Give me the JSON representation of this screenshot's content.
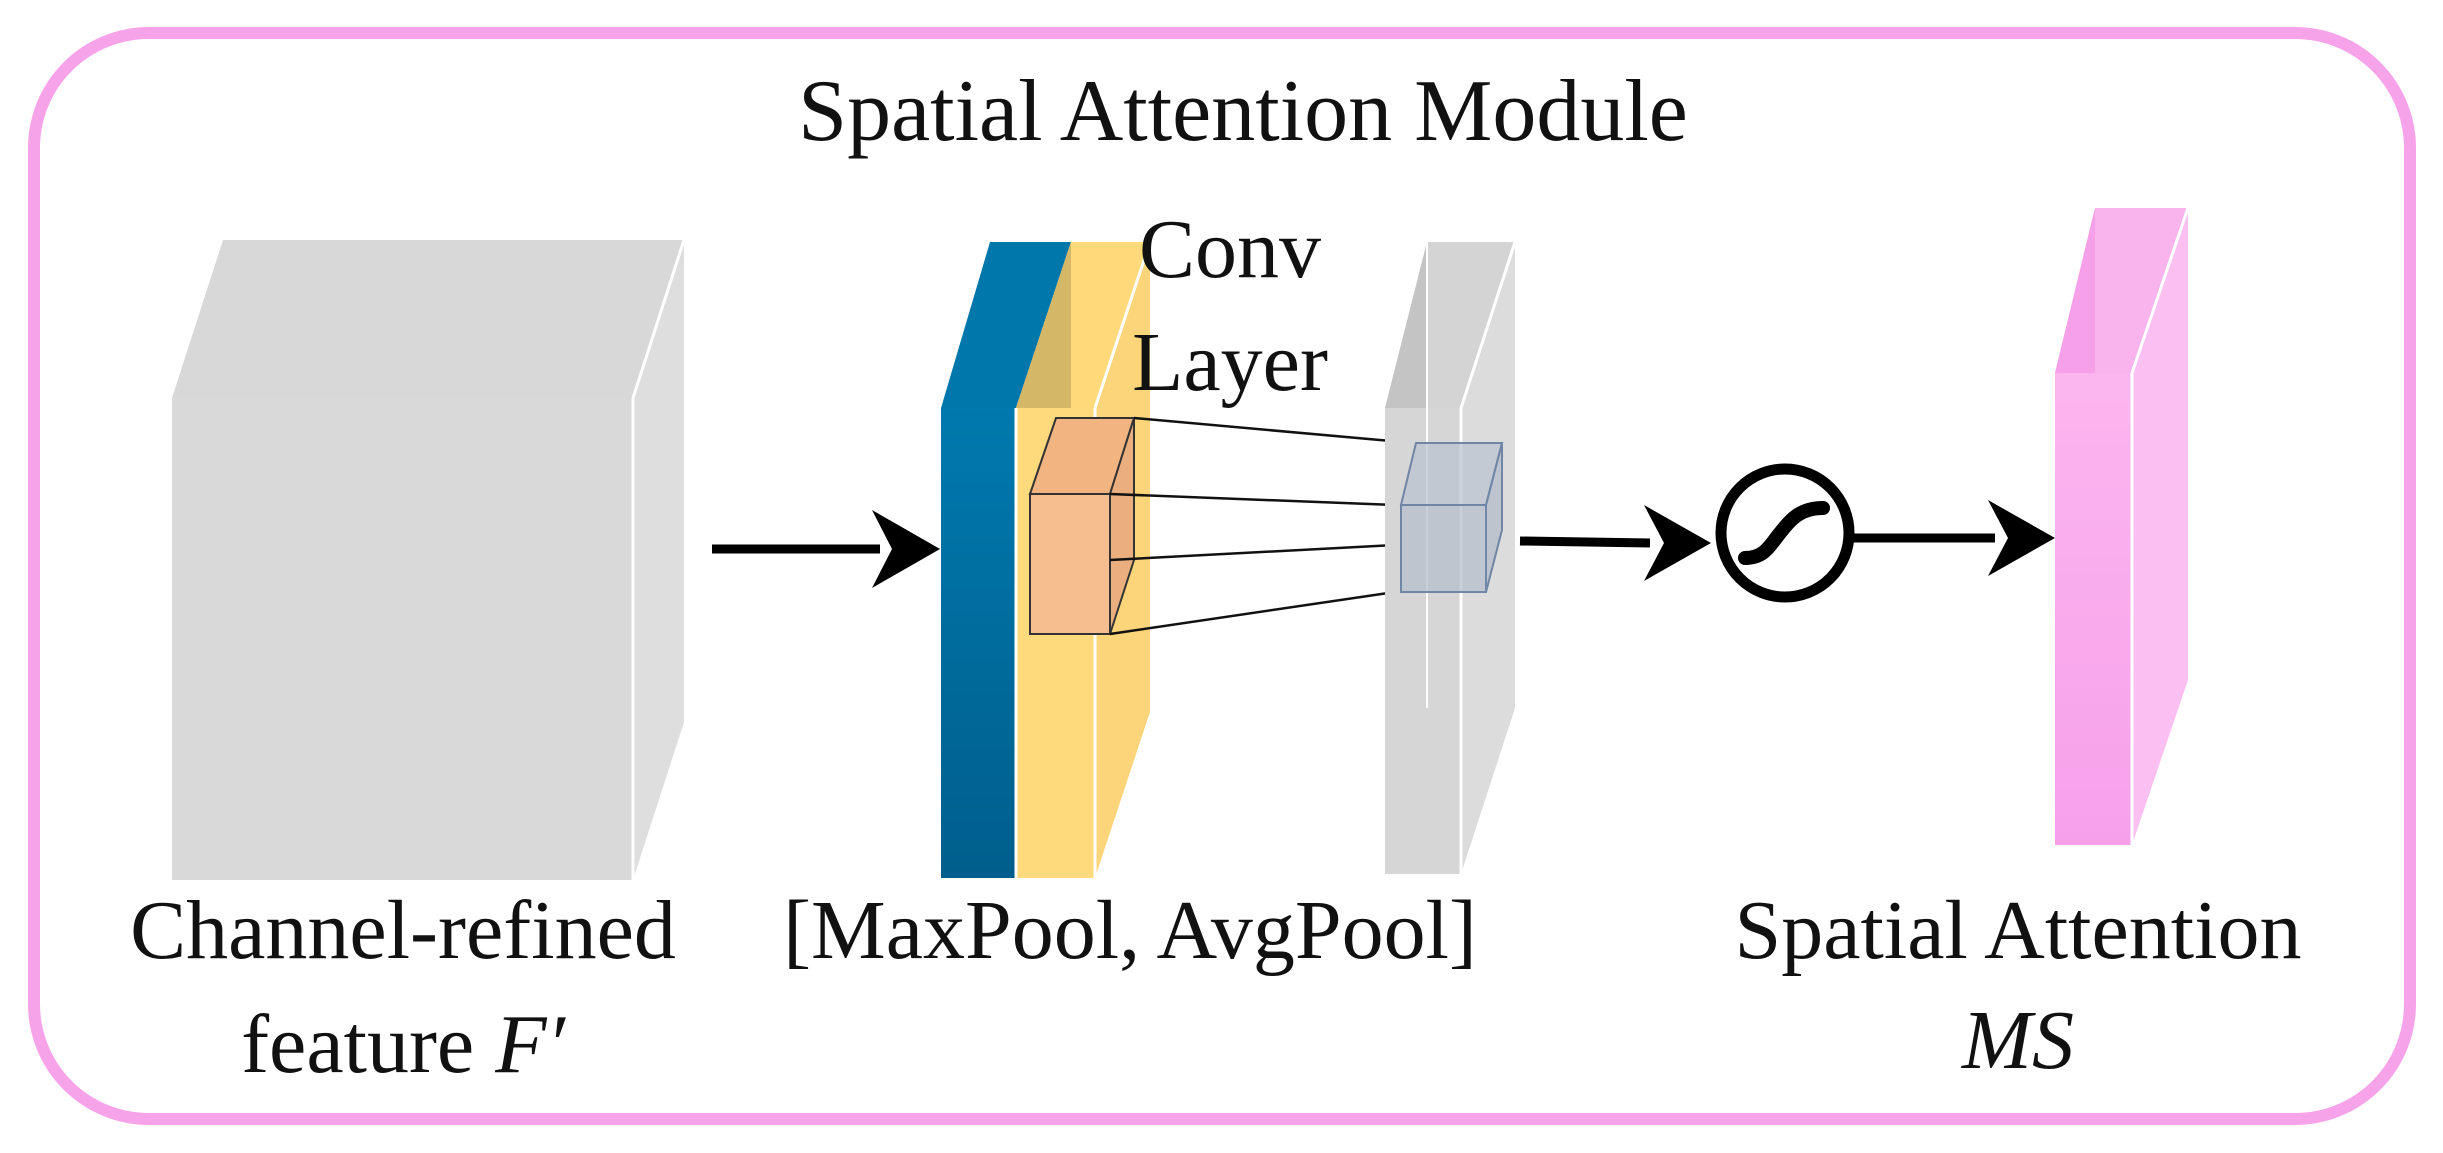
{
  "title": "Spatial Attention Module",
  "input_feature": {
    "label_line1": "Channel-refined",
    "label_line2_prefix": "feature ",
    "label_line2_symbol": "F′"
  },
  "pooling": {
    "label": "[MaxPool, AvgPool]",
    "maxpool_color": "#0070A2",
    "avgpool_color": "#FFD97A"
  },
  "conv": {
    "label_line1": "Conv",
    "label_line2": "Layer",
    "kernel_color": "#F6BE8E"
  },
  "sigmoid_icon": "sigmoid-icon",
  "output": {
    "label_line1": "Spatial Attention",
    "label_line2": "MS",
    "color": "#F9A9EC"
  },
  "colors": {
    "border": "#F7A3EA",
    "feature_gray": "#D9D9D9",
    "arrow": "#000000"
  }
}
